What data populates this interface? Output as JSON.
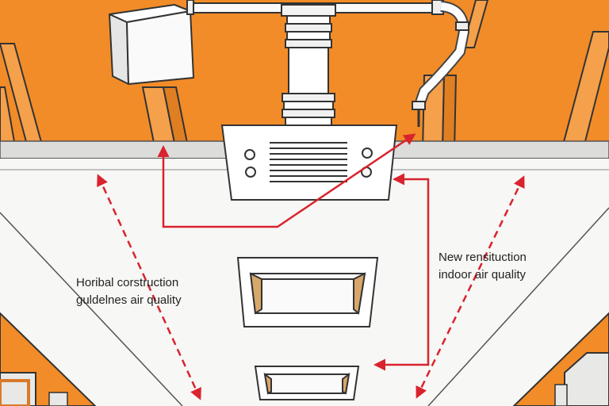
{
  "colors": {
    "ceiling_orange": "#f28c28",
    "joist_orange": "#f5a04a",
    "outline": "#333333",
    "ceiling_white": "#f7f7f5",
    "beam_gray": "#dcdcda",
    "arrow_red": "#d9232e"
  },
  "captions": {
    "left": {
      "line1": "Horibal corstruction",
      "line2": "guldelnes air quality"
    },
    "right": {
      "line1": "New rensituction",
      "line2": "indoor air quality"
    }
  },
  "icons": [
    "junction-box-icon",
    "vent-duct-icon",
    "flex-conduit-icon",
    "ceiling-fan-grille-icon",
    "ceiling-vent-icon"
  ]
}
